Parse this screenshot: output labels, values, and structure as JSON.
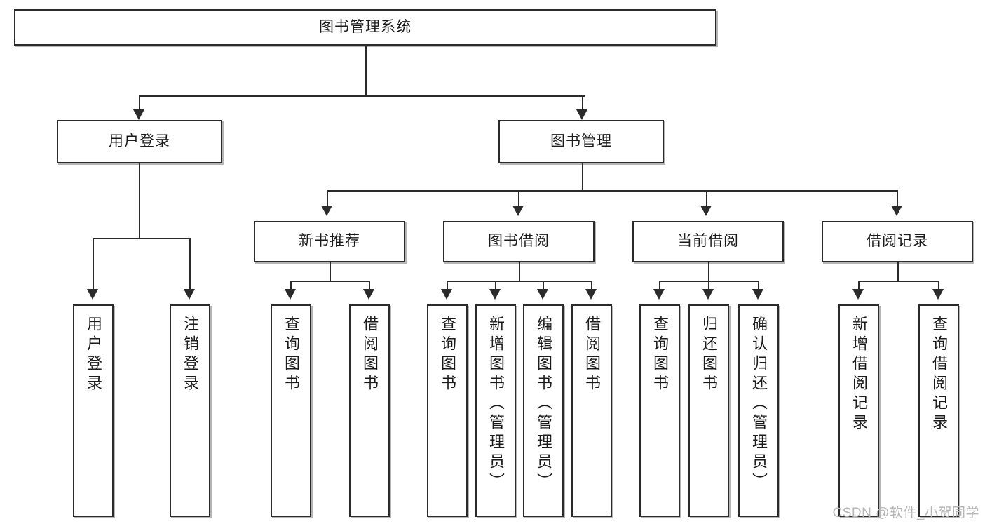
{
  "diagram": {
    "type": "tree-hierarchy-flowchart",
    "root": {
      "id": "root",
      "label": "图书管理系统"
    },
    "level2": [
      {
        "id": "user-login",
        "label": "用户登录"
      },
      {
        "id": "book-manage",
        "label": "图书管理"
      }
    ],
    "level3": [
      {
        "id": "new-book-rec",
        "label": "新书推荐"
      },
      {
        "id": "book-borrow",
        "label": "图书借阅"
      },
      {
        "id": "current-borrow",
        "label": "当前借阅"
      },
      {
        "id": "borrow-record",
        "label": "借阅记录"
      }
    ],
    "level4": [
      {
        "id": "leaf-user-login",
        "label": "用户登录",
        "parent": "user-login"
      },
      {
        "id": "leaf-logout",
        "label": "注销登录",
        "parent": "user-login"
      },
      {
        "id": "leaf-query-book-1",
        "label": "查询图书",
        "parent": "new-book-rec"
      },
      {
        "id": "leaf-borrow-book-1",
        "label": "借阅图书",
        "parent": "new-book-rec"
      },
      {
        "id": "leaf-query-book-2",
        "label": "查询图书",
        "parent": "book-borrow"
      },
      {
        "id": "leaf-add-book",
        "label": "新增图书（管理员）",
        "parent": "book-borrow"
      },
      {
        "id": "leaf-edit-book",
        "label": "编辑图书（管理员）",
        "parent": "book-borrow"
      },
      {
        "id": "leaf-borrow-book-2",
        "label": "借阅图书",
        "parent": "book-borrow"
      },
      {
        "id": "leaf-query-book-3",
        "label": "查询图书",
        "parent": "current-borrow"
      },
      {
        "id": "leaf-return-book",
        "label": "归还图书",
        "parent": "current-borrow"
      },
      {
        "id": "leaf-confirm-return",
        "label": "确认归还（管理员）",
        "parent": "current-borrow"
      },
      {
        "id": "leaf-add-record",
        "label": "新增借阅记录",
        "parent": "borrow-record"
      },
      {
        "id": "leaf-query-record",
        "label": "查询借阅记录",
        "parent": "borrow-record"
      }
    ]
  },
  "watermark": {
    "text": "CSDN @软件_小贺同学"
  },
  "colors": {
    "stroke": "#2b2b2b",
    "fill": "#ffffff",
    "text": "#1b1b1b",
    "watermark": "#b6b6b6",
    "shadow": "#787878"
  }
}
